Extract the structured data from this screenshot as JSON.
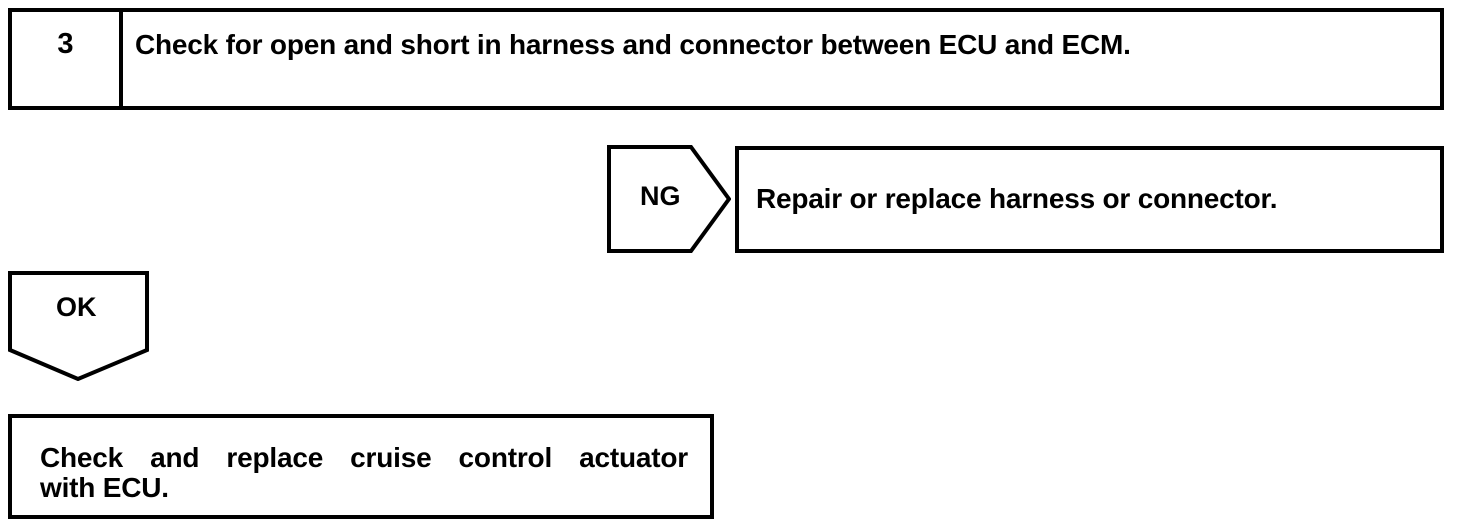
{
  "diagram": {
    "type": "troubleshooting-flowchart",
    "colors": {
      "line": "#000000",
      "background": "#ffffff",
      "text": "#000000"
    },
    "step": {
      "number": "3",
      "instruction": "Check for open and short in harness and connector between ECU and ECM."
    },
    "branches": {
      "ng": {
        "label": "NG",
        "result_text": "Repair or replace harness or connector."
      },
      "ok": {
        "label": "OK",
        "result_line1": "Check and replace cruise control actuator",
        "result_line2": "with ECU.",
        "result_text": "Check and replace cruise control actuator with ECU."
      }
    }
  }
}
